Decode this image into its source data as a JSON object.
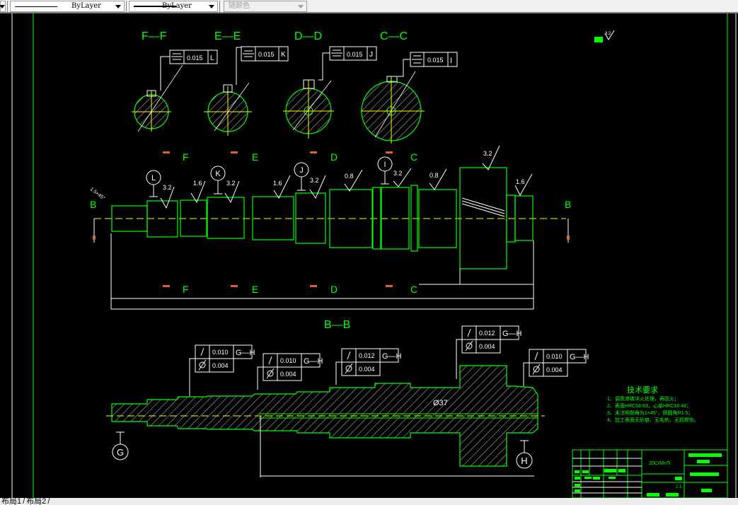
{
  "toolbar": {
    "linetype": {
      "label": "ByLayer",
      "icon": "thin-line-sample"
    },
    "lineweight": {
      "label": "ByLayer",
      "icon": "thick-line-sample"
    },
    "plotstyle": {
      "label": "随颜色",
      "disabled": true
    }
  },
  "layout_tabs": [
    "布局1",
    "布局2"
  ],
  "drawing": {
    "section_views": [
      {
        "label": "F—F",
        "tolerance": "0.015",
        "datum": "L",
        "symbol": "symmetry"
      },
      {
        "label": "E—E",
        "tolerance": "0.015",
        "datum": "K",
        "symbol": "symmetry"
      },
      {
        "label": "D—D",
        "tolerance": "0.015",
        "datum": "J",
        "symbol": "symmetry"
      },
      {
        "label": "C—C",
        "tolerance": "0.015",
        "datum": "I",
        "symbol": "symmetry"
      }
    ],
    "main_view": {
      "section_marks": [
        "B",
        "F",
        "E",
        "D",
        "C"
      ],
      "datums": [
        "L",
        "K",
        "J",
        "I"
      ],
      "roughness": [
        "3.2",
        "1.6",
        "3.2",
        "1.6",
        "3.2",
        "0.8",
        "3.2",
        "0.8",
        "3.2",
        "1.6"
      ],
      "chamfer_note": "1.5×45°"
    },
    "section_bb": {
      "label": "B—B",
      "datums": [
        "G",
        "H"
      ],
      "diameter_note": "Ø37",
      "fcf": [
        {
          "runout": "0.010",
          "datum": "G—H",
          "cylindricity": "0.004"
        },
        {
          "runout": "0.010",
          "datum": "G—H",
          "cylindricity": "0.004"
        },
        {
          "runout": "0.012",
          "datum": "G—H",
          "cylindricity": "0.004"
        },
        {
          "runout": "0.012",
          "datum": "G—H",
          "cylindricity": "0.004"
        },
        {
          "runout": "0.010",
          "datum": "G—H",
          "cylindricity": "0.004"
        }
      ]
    },
    "general_roughness": "3.2",
    "tech_requirements": {
      "title": "技术要求",
      "items": [
        "1、调质渗碳淬火处理，再回火；",
        "2、表面HRC58-63，心部HRC33-48；",
        "3、未注明倒角为1×45°，倒圆角R1.5；",
        "4、加工表面无砂痕，无毛刺，无损擦伤。"
      ]
    },
    "title_block": {
      "material": "20CrMnTi",
      "scale": "2:1"
    }
  },
  "colors": {
    "background": "#000000",
    "geometry": "#00ff00",
    "annotation": "#ffffff",
    "centerline": "#ffff00",
    "section_arrow": "#d2691e"
  }
}
